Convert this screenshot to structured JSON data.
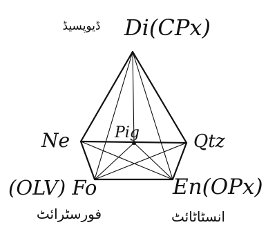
{
  "labels": {
    "top": "Di(CPx)",
    "top_urdu": "ڈیوپسیڈ",
    "left": "Ne",
    "center": "Pig",
    "right": "Qtz",
    "bottom_left": "(OLV) Fo",
    "bottom_left_urdu": "فورسٹرائٹ",
    "bottom_right": "En(OPx)",
    "bottom_right_urdu": "انسٹاٹائٹ"
  },
  "colors": {
    "ink": "#111111",
    "background": "#ffffff"
  }
}
